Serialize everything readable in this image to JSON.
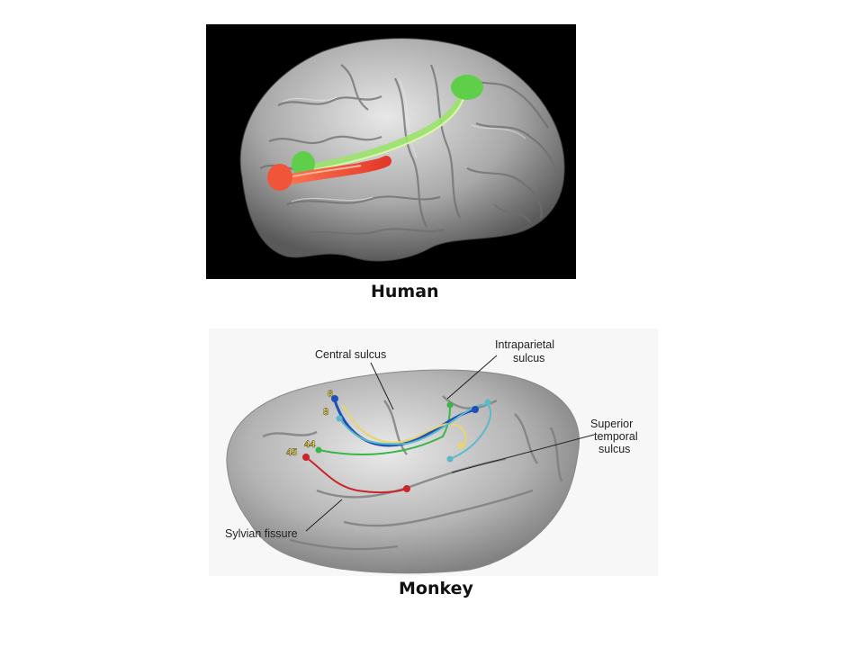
{
  "captions": {
    "human": "Human",
    "monkey": "Monkey"
  },
  "monkey_labels": {
    "central_sulcus": "Central sulcus",
    "intraparietal_line1": "Intraparietal",
    "intraparietal_line2": "sulcus",
    "superior_line1": "Superior",
    "superior_line2": "temporal",
    "superior_line3": "sulcus",
    "sylvian_fissure": "Sylvian fissure"
  },
  "area_numbers": {
    "a6": "6",
    "a8": "8",
    "a44": "44",
    "a45": "45"
  },
  "colors": {
    "human_tract_red": "#e8473a",
    "human_tract_green": "#7ed957",
    "monkey_tract_red": "#c8262a",
    "monkey_tract_green": "#3ab54a",
    "monkey_tract_blue": "#1f4fb8",
    "monkey_tract_yellow": "#e8d66a",
    "monkey_tract_cyan": "#5fb8c8"
  }
}
